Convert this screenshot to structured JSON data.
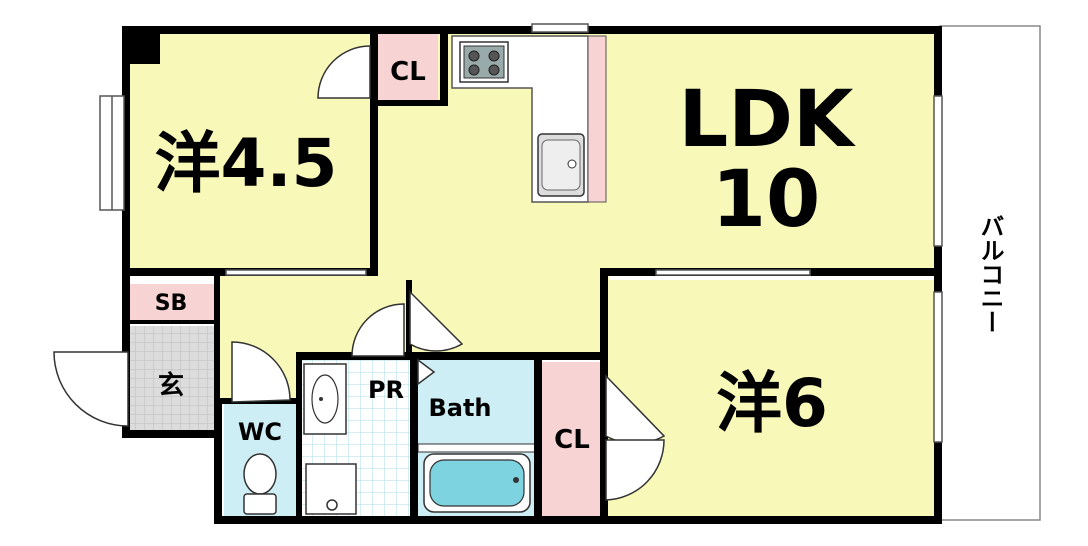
{
  "rooms": {
    "western_small": {
      "label": "洋4.5"
    },
    "ldk": {
      "label_line1": "LDK",
      "label_line2": "10"
    },
    "western_large": {
      "label": "洋6"
    },
    "closet_top": {
      "label": "CL"
    },
    "closet_bottom": {
      "label": "CL"
    },
    "shoe_box": {
      "label": "SB"
    },
    "entrance": {
      "label": "玄"
    },
    "toilet": {
      "label": "WC"
    },
    "powder_room": {
      "label": "PR"
    },
    "bath": {
      "label": "Bath"
    },
    "balcony": {
      "label": "バルコニー"
    }
  },
  "colors": {
    "room_fill": "#f8f8b8",
    "closet_fill": "#f7d3d3",
    "wet_area_fill": "#cdeef4",
    "entrance_fill": "#d9d9d9",
    "wall": "#000000",
    "balcony_fill": "#ffffff"
  }
}
